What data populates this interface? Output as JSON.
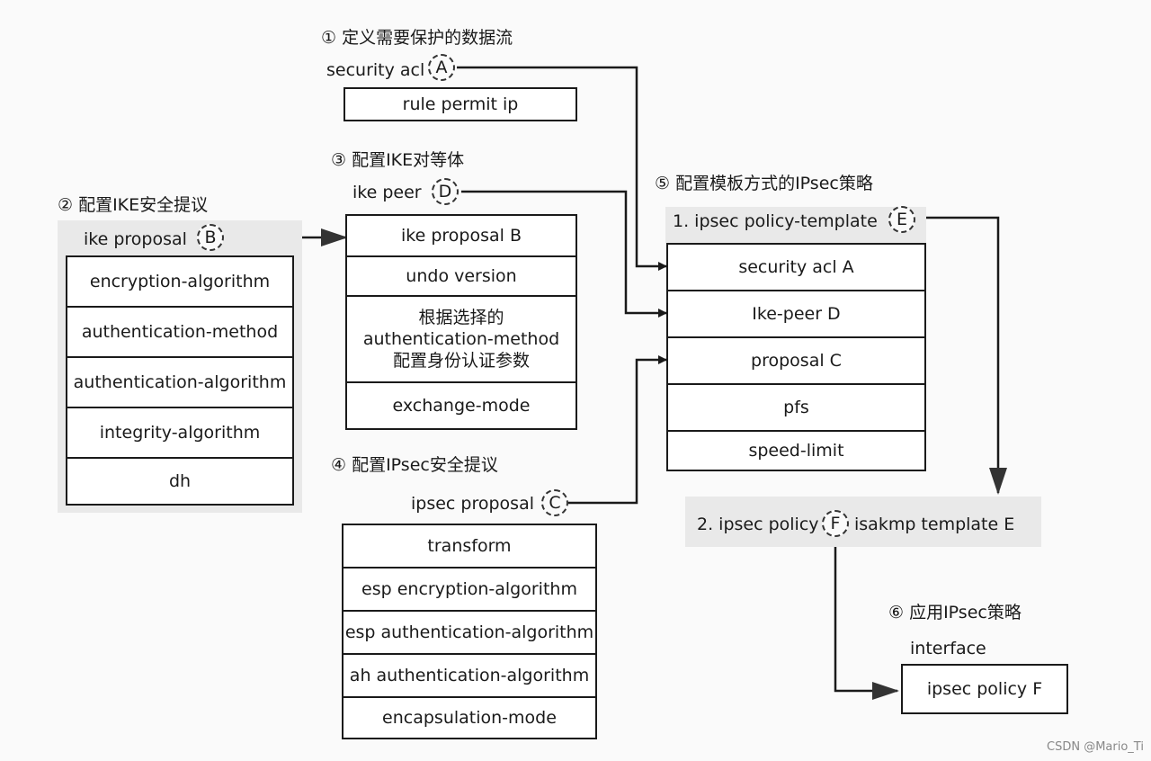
{
  "step1": {
    "title": "① 定义需要保护的数据流",
    "acl_label": "security acl",
    "acl_id": "A",
    "rows": [
      "rule permit ip"
    ]
  },
  "step2": {
    "title": "② 配置IKE安全提议",
    "label": "ike proposal",
    "id": "B",
    "rows": [
      "encryption-algorithm",
      "authentication-method",
      "authentication-algorithm",
      "integrity-algorithm",
      "dh"
    ]
  },
  "step3": {
    "title": "③ 配置IKE对等体",
    "label": "ike peer",
    "id": "D",
    "rows": [
      "ike proposal B",
      "undo version"
    ],
    "multi_row": [
      "根据选择的",
      "authentication-method",
      "配置身份认证参数"
    ],
    "last_row": "exchange-mode"
  },
  "step4": {
    "title": "④ 配置IPsec安全提议",
    "label": "ipsec proposal",
    "id": "C",
    "rows": [
      "transform",
      "esp encryption-algorithm",
      "esp authentication-algorithm",
      "ah authentication-algorithm",
      "encapsulation-mode"
    ]
  },
  "step5": {
    "title": "⑤ 配置模板方式的IPsec策略",
    "template_label": "1. ipsec policy-template",
    "template_id": "E",
    "rows": [
      "security acl A",
      "Ike-peer D",
      "proposal C",
      "pfs",
      "speed-limit"
    ],
    "policy_prefix": "2. ipsec policy",
    "policy_id": "F",
    "policy_suffix": "isakmp template E"
  },
  "step6": {
    "title": "⑥ 应用IPsec策略",
    "label": "interface",
    "rows": [
      "ipsec policy F"
    ]
  },
  "watermark": "CSDN @Mario_Ti"
}
